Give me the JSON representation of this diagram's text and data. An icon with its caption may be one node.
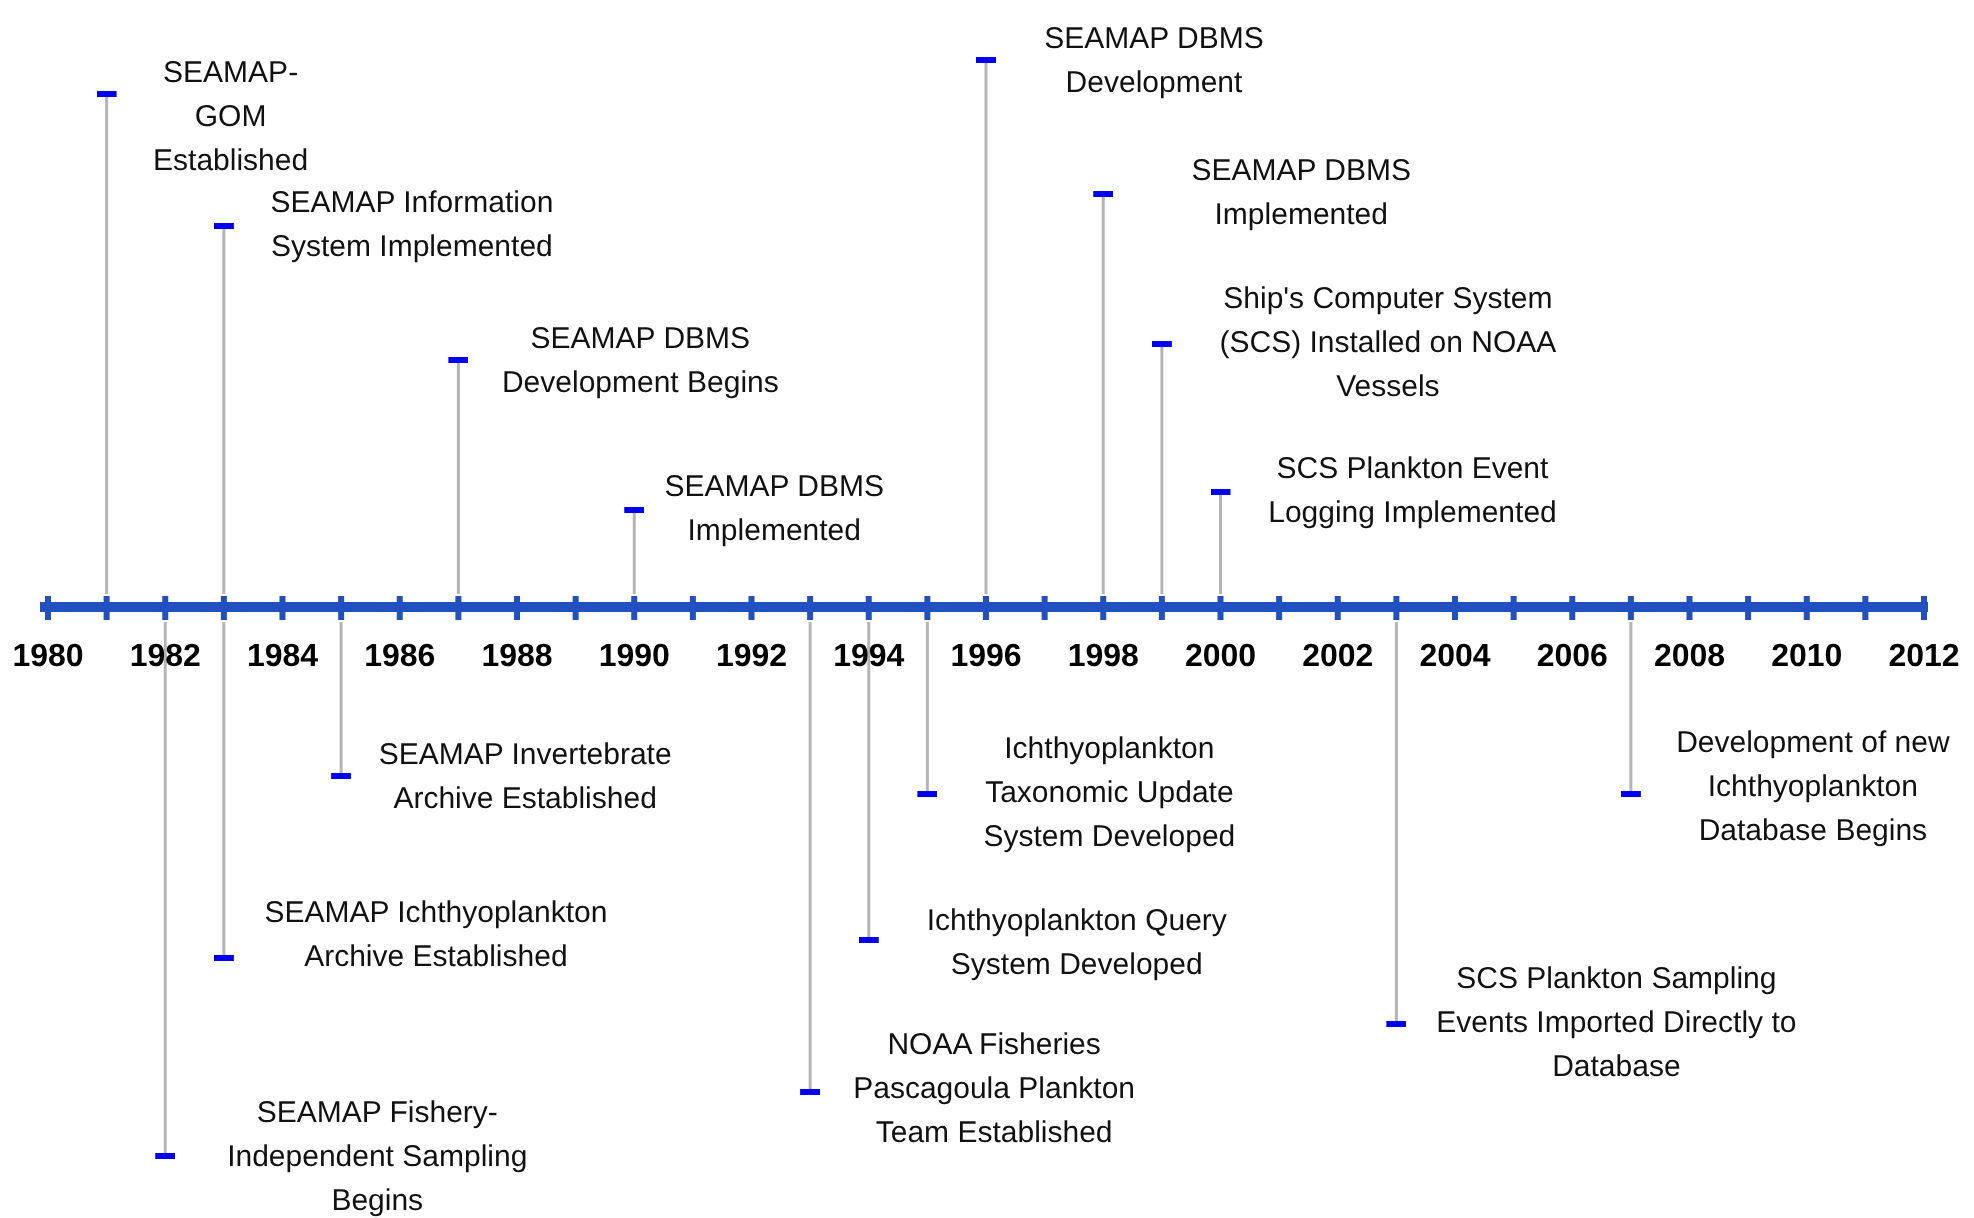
{
  "diagram": {
    "nodes": [
      {
        "text": [
          "SEAMAP-GOM Established"
        ]
      },
      {
        "text": [
          "SEAMAP Information System Implemented"
        ]
      },
      {
        "text": [
          "SEAMAP DBMS Development Begins"
        ]
      },
      {
        "text": [
          "SEAMAP DBMS Implemented"
        ]
      },
      {
        "text": [
          "SEAMAP DBMS Development"
        ]
      },
      {
        "text": [
          "SEAMAP DBMS Implemented"
        ]
      },
      {
        "text": [
          "Ship's Computer System (SCS) Installed on NOAA Vessels"
        ]
      },
      {
        "text": [
          "SCS Plankton Event Logging Implemented"
        ]
      },
      {
        "text": [
          "SEAMAP Fishery-Independent Sampling Begins"
        ]
      },
      {
        "text": [
          "SEAMAP Ichthyoplankton Archive Established"
        ]
      },
      {
        "text": [
          "SEAMAP Invertebrate Archive Established"
        ]
      },
      {
        "text": [
          "NOAA Fisheries Pascagoula Plankton Team Established"
        ]
      },
      {
        "text": [
          "Ichthyoplankton Query System Developed"
        ]
      },
      {
        "text": [
          "Ichthyoplankton Taxonomic Update System Developed"
        ]
      },
      {
        "text": [
          "SCS Plankton Sampling Events Imported Directly to Database"
        ]
      },
      {
        "text": [
          "Development of new Ichthyoplankton Database Begins"
        ]
      },
      {
        "text": [],
        "shape": "bar"
      }
    ],
    "edges": [
      {
        "from": 0,
        "to": 16,
        "arrow": "other"
      },
      {
        "from": 1,
        "to": 16,
        "arrow": "other"
      },
      {
        "from": 2,
        "to": 16,
        "arrow": "other"
      },
      {
        "from": 3,
        "to": 16,
        "arrow": "other"
      },
      {
        "from": 4,
        "to": 16,
        "arrow": "other"
      },
      {
        "from": 5,
        "to": 16,
        "arrow": "other"
      },
      {
        "from": 6,
        "to": 16,
        "arrow": "other"
      },
      {
        "from": 7,
        "to": 16,
        "arrow": "other"
      },
      {
        "from": 8,
        "to": 16,
        "arrow": "other"
      },
      {
        "from": 9,
        "to": 16,
        "arrow": "other"
      },
      {
        "from": 10,
        "to": 16,
        "arrow": "other"
      },
      {
        "from": 11,
        "to": 16,
        "arrow": "other"
      },
      {
        "from": 12,
        "to": 16,
        "arrow": "other"
      },
      {
        "from": 13,
        "to": 16,
        "arrow": "other"
      },
      {
        "from": 14,
        "to": 16,
        "arrow": "other"
      },
      {
        "from": 15,
        "to": 16,
        "arrow": "other"
      }
    ],
    "labels": [
      "1980",
      "1982",
      "1984",
      "1986",
      "1988",
      "1990",
      "1992",
      "1994",
      "1996",
      "1998",
      "2000",
      "2002",
      "2004",
      "2006",
      "2008",
      "2010",
      "2012"
    ]
  }
}
